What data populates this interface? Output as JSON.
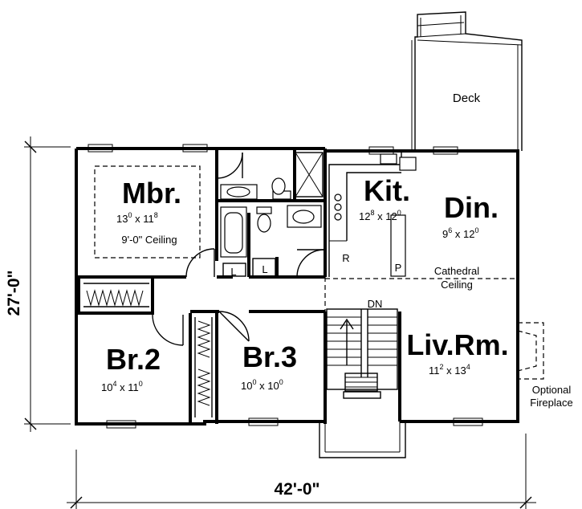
{
  "overall_dims": {
    "depth": "27'-0\"",
    "width": "42'-0\""
  },
  "rooms": {
    "mbr": {
      "name": "Mbr.",
      "dim_a": "13",
      "dim_a_sup": "0",
      "dim_b": "11",
      "dim_b_sup": "8",
      "note": "9'-0\" Ceiling"
    },
    "kit": {
      "name": "Kit.",
      "dim_a": "12",
      "dim_a_sup": "8",
      "dim_b": "12",
      "dim_b_sup": "0"
    },
    "din": {
      "name": "Din.",
      "dim_a": "9",
      "dim_a_sup": "6",
      "dim_b": "12",
      "dim_b_sup": "0"
    },
    "br2": {
      "name": "Br.2",
      "dim_a": "10",
      "dim_a_sup": "4",
      "dim_b": "11",
      "dim_b_sup": "0"
    },
    "br3": {
      "name": "Br.3",
      "dim_a": "10",
      "dim_a_sup": "0",
      "dim_b": "10",
      "dim_b_sup": "0"
    },
    "livrm": {
      "name": "Liv.Rm.",
      "dim_a": "11",
      "dim_a_sup": "2",
      "dim_b": "13",
      "dim_b_sup": "4"
    }
  },
  "labels": {
    "deck": "Deck",
    "cathedral_1": "Cathedral",
    "cathedral_2": "Ceiling",
    "dn": "DN",
    "fireplace_1": "Optional",
    "fireplace_2": "Fireplace",
    "r": "R",
    "p": "P",
    "l1": "L",
    "l2": "L"
  }
}
